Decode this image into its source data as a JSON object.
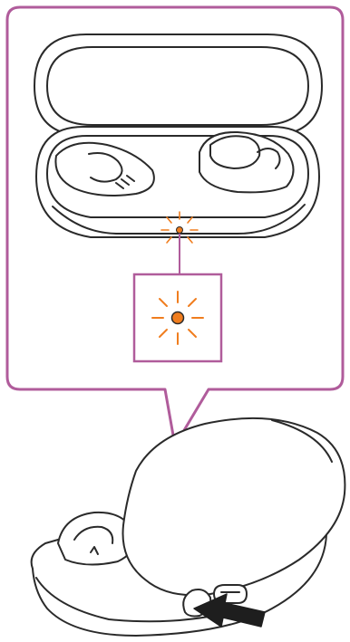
{
  "figure": {
    "subject": "charging-case-battery-indicator-and-usb-port",
    "callout_border_color": "#b05c9b",
    "outline_color": "#2a2a2a",
    "indicator_color": "#f07d1e",
    "indicator_glow_color": "#f4a35a",
    "arrow_color": "#1e1e1e",
    "icons": [
      "open-case-with-earbuds",
      "indicator-lamp-lit-orange",
      "closed-case-side-view",
      "usb-port",
      "insert-arrow"
    ]
  }
}
